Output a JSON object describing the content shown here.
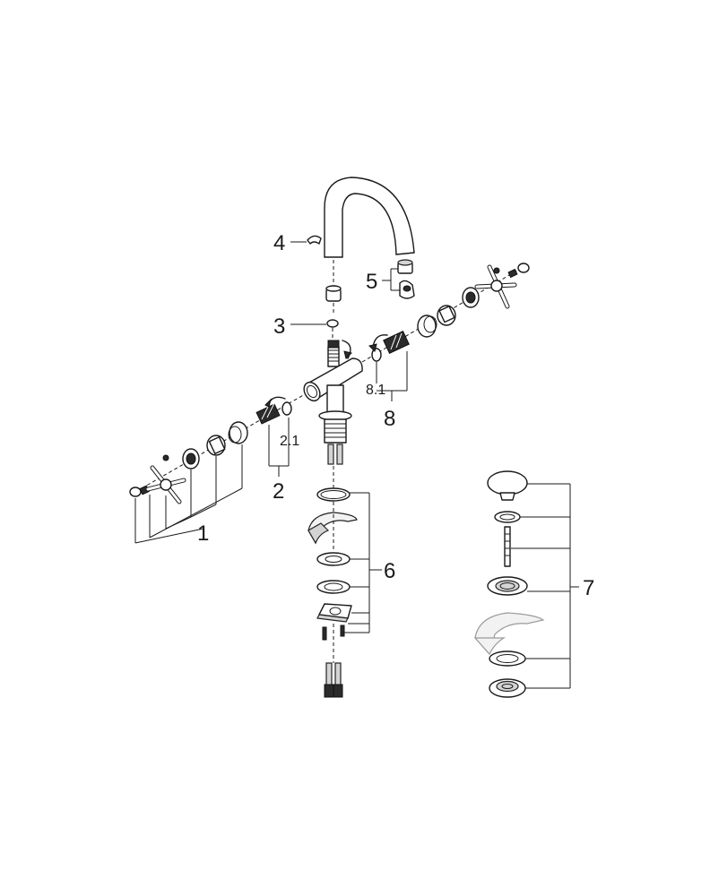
{
  "callouts": {
    "c1": "1",
    "c2": "2",
    "c2_1": "2.1",
    "c3": "3",
    "c4": "4",
    "c5": "5",
    "c6": "6",
    "c7": "7",
    "c8": "8",
    "c8_1": "8.1"
  }
}
